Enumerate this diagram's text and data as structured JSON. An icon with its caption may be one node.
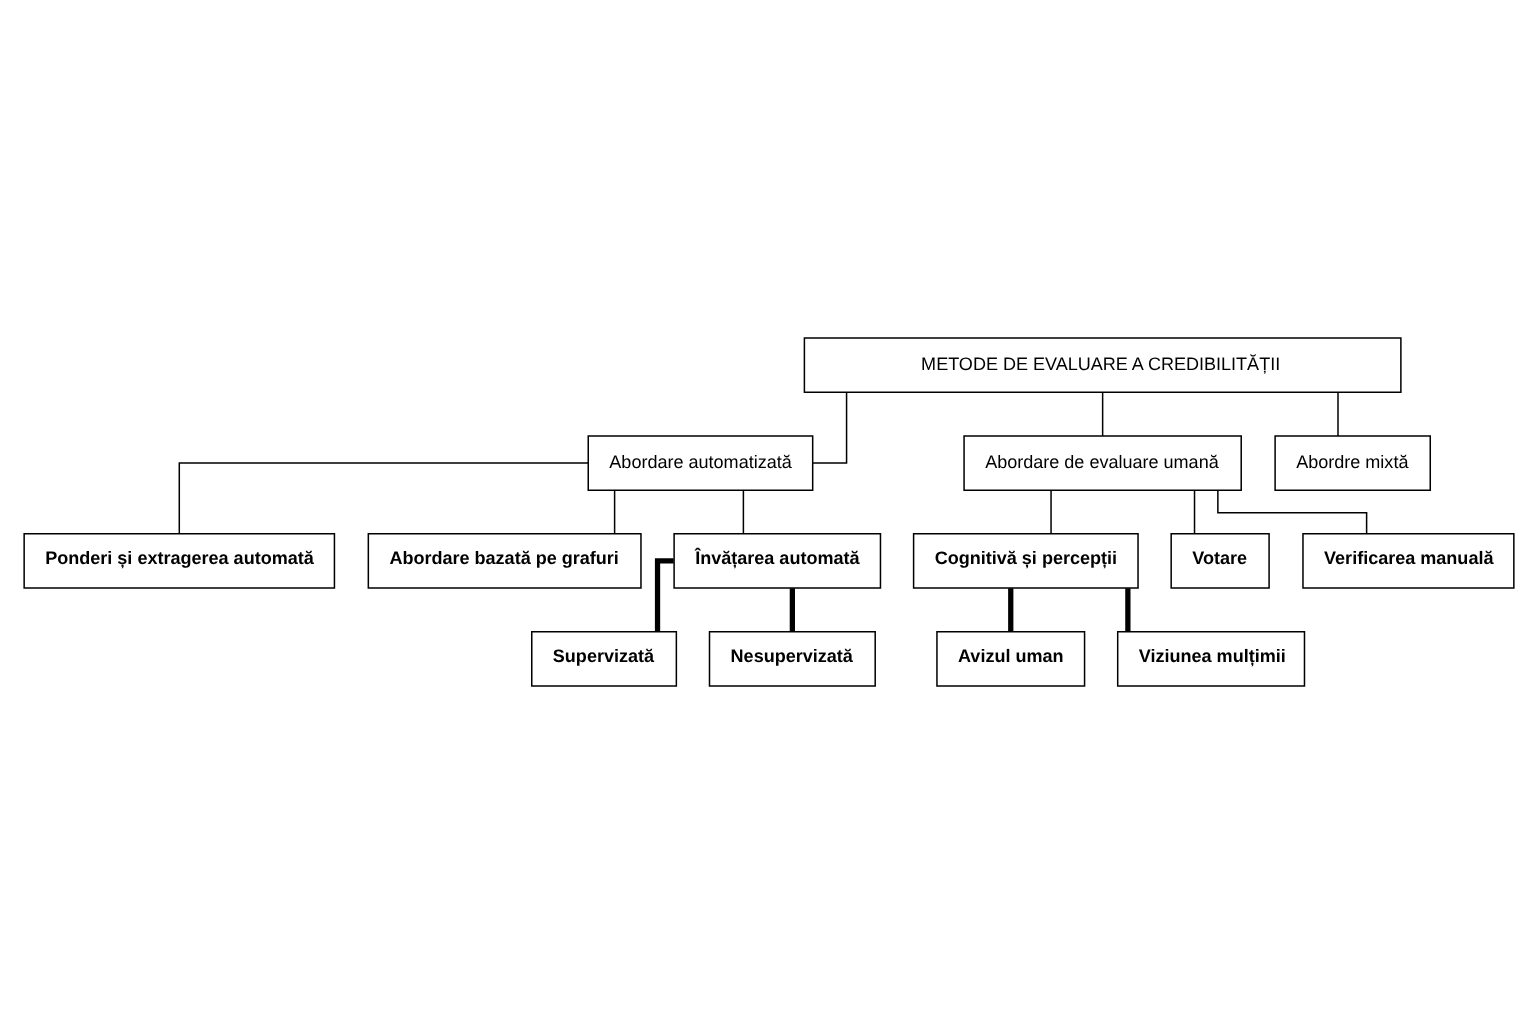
{
  "diagram": {
    "nodes": [
      {
        "text": [
          "METODE DE EVALUARE A CREDIBILITĂȚII"
        ]
      },
      {
        "text": [
          "Abordare automatizată"
        ]
      },
      {
        "text": [
          "Abordare de evaluare umană"
        ]
      },
      {
        "text": [
          "Abordre mixtă"
        ]
      },
      {
        "text": [
          "Ponderi și extragerea automată"
        ]
      },
      {
        "text": [
          "Abordare bazată pe grafuri"
        ]
      },
      {
        "text": [
          "Învățarea automată"
        ]
      },
      {
        "text": [
          "Supervizată"
        ]
      },
      {
        "text": [
          "Nesupervizată"
        ]
      },
      {
        "text": [
          "Cognitivă și percepții"
        ]
      },
      {
        "text": [
          "Votare"
        ]
      },
      {
        "text": [
          "Verificarea manuală"
        ]
      },
      {
        "text": [
          "Avizul uman"
        ]
      },
      {
        "text": [
          "Viziunea mulțimii"
        ]
      }
    ],
    "edges": [
      {
        "from": 0,
        "to": 1,
        "arrow": "none"
      },
      {
        "from": 0,
        "to": 2,
        "arrow": "none"
      },
      {
        "from": 0,
        "to": 3,
        "arrow": "none"
      },
      {
        "from": 1,
        "to": 4,
        "arrow": "none"
      },
      {
        "from": 1,
        "to": 5,
        "arrow": "none"
      },
      {
        "from": 1,
        "to": 6,
        "arrow": "none"
      },
      {
        "from": 6,
        "to": 7,
        "arrow": "none",
        "style": "thick"
      },
      {
        "from": 6,
        "to": 8,
        "arrow": "none",
        "style": "thick"
      },
      {
        "from": 2,
        "to": 9,
        "arrow": "none"
      },
      {
        "from": 2,
        "to": 10,
        "arrow": "none"
      },
      {
        "from": 2,
        "to": 11,
        "arrow": "none"
      },
      {
        "from": 9,
        "to": 12,
        "arrow": "none",
        "style": "thick"
      },
      {
        "from": 9,
        "to": 13,
        "arrow": "none",
        "style": "thick"
      }
    ]
  }
}
